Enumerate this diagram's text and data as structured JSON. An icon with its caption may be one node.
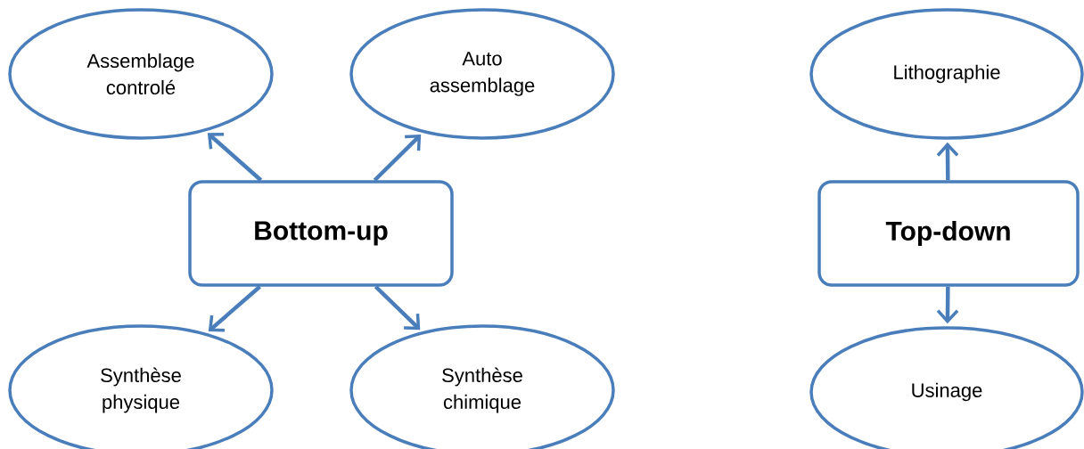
{
  "diagram": {
    "nodes": [
      {
        "text": [
          "Assemblage controlé"
        ]
      },
      {
        "text": [
          "Auto assemblage"
        ]
      },
      {
        "text": [
          "Lithographie"
        ]
      },
      {
        "text": [
          "Bottom-up"
        ]
      },
      {
        "text": [
          "Top-down"
        ]
      },
      {
        "text": [
          "Synthèse physique"
        ]
      },
      {
        "text": [
          "Synthèse chimique"
        ]
      },
      {
        "text": [
          "Usinage"
        ]
      }
    ],
    "edges": [
      {
        "from": 3,
        "to": 0,
        "arrow": "to"
      },
      {
        "from": 3,
        "to": 1,
        "arrow": "to"
      },
      {
        "from": 3,
        "to": 5,
        "arrow": "to"
      },
      {
        "from": 3,
        "to": 6,
        "arrow": "to"
      },
      {
        "from": 4,
        "to": 2,
        "arrow": "to"
      },
      {
        "from": 4,
        "to": 7,
        "arrow": "to"
      }
    ]
  }
}
